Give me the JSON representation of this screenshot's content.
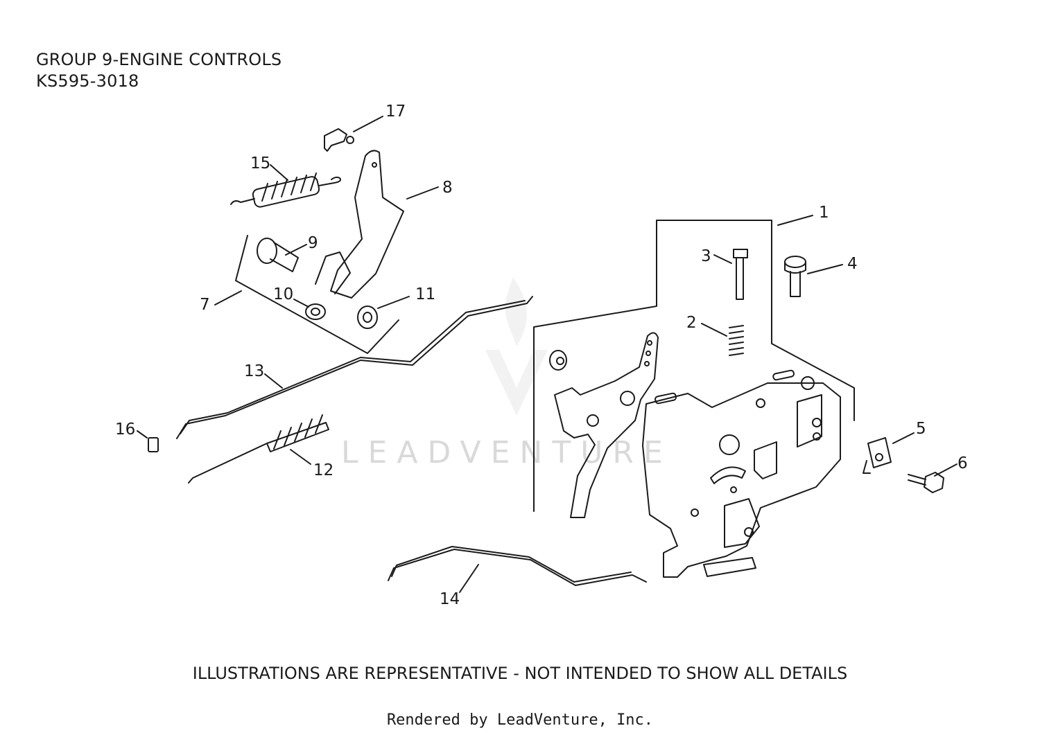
{
  "header": {
    "title": "GROUP 9-ENGINE CONTROLS",
    "model": "KS595-3018"
  },
  "callouts": [
    "1",
    "2",
    "3",
    "4",
    "5",
    "6",
    "7",
    "8",
    "9",
    "10",
    "11",
    "12",
    "13",
    "14",
    "15",
    "16",
    "17"
  ],
  "footer": {
    "disclaimer": "ILLUSTRATIONS ARE REPRESENTATIVE - NOT INTENDED TO SHOW ALL DETAILS",
    "rendered_by": "Rendered by LeadVenture, Inc."
  },
  "watermark": "LEADVENTURE",
  "colors": {
    "line": "#1a1a1a",
    "watermark": "#d9d9d9"
  }
}
